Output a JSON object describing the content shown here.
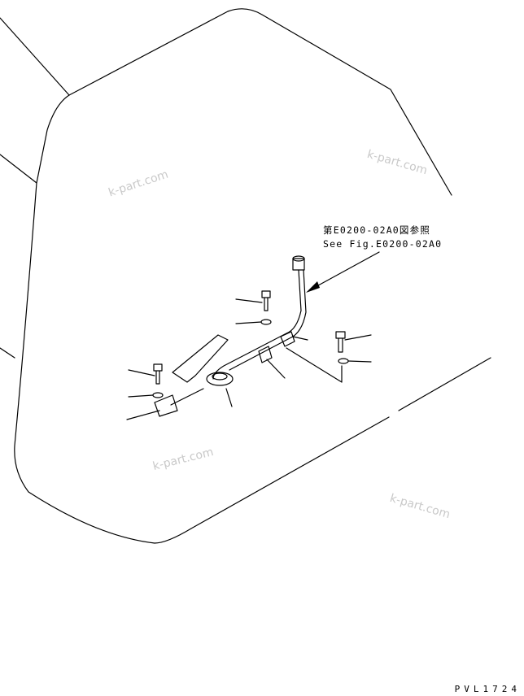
{
  "reference": {
    "japanese": "第E0200-02A0図参照",
    "english": "See Fig.E0200-02A0"
  },
  "watermarks": [
    "k-part.com",
    "k-part.com",
    "k-part.com",
    "k-part.com"
  ],
  "drawing_code": "PVL1724"
}
